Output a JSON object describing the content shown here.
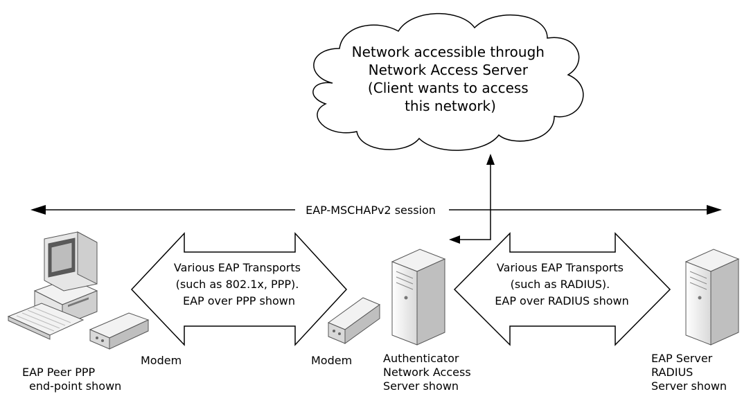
{
  "cloud": {
    "lines": [
      "Network accessible through",
      "Network Access Server",
      "(Client wants to access",
      "this network)"
    ]
  },
  "session": {
    "label": "EAP-MSCHAPv2 session"
  },
  "left_transport": {
    "lines": [
      "Various EAP Transports",
      "(such as 802.1x, PPP).",
      "EAP over PPP shown"
    ]
  },
  "right_transport": {
    "lines": [
      "Various EAP Transports",
      "(such as RADIUS).",
      "EAP over RADIUS shown"
    ]
  },
  "devices": {
    "peer": {
      "lines": [
        "EAP Peer PPP",
        "end-point shown"
      ]
    },
    "modem_left": {
      "label": "Modem"
    },
    "modem_right": {
      "label": "Modem"
    },
    "authenticator": {
      "lines": [
        "Authenticator",
        "Network Access",
        "Server shown"
      ]
    },
    "eap_server": {
      "lines": [
        "EAP Server",
        "RADIUS",
        "Server shown"
      ]
    }
  },
  "colors": {
    "line": "#000000",
    "device_light": "#f2f2f2",
    "device_mid": "#d9d9d9",
    "device_dark": "#a6a6a6",
    "screen": "#e8e8e8"
  }
}
